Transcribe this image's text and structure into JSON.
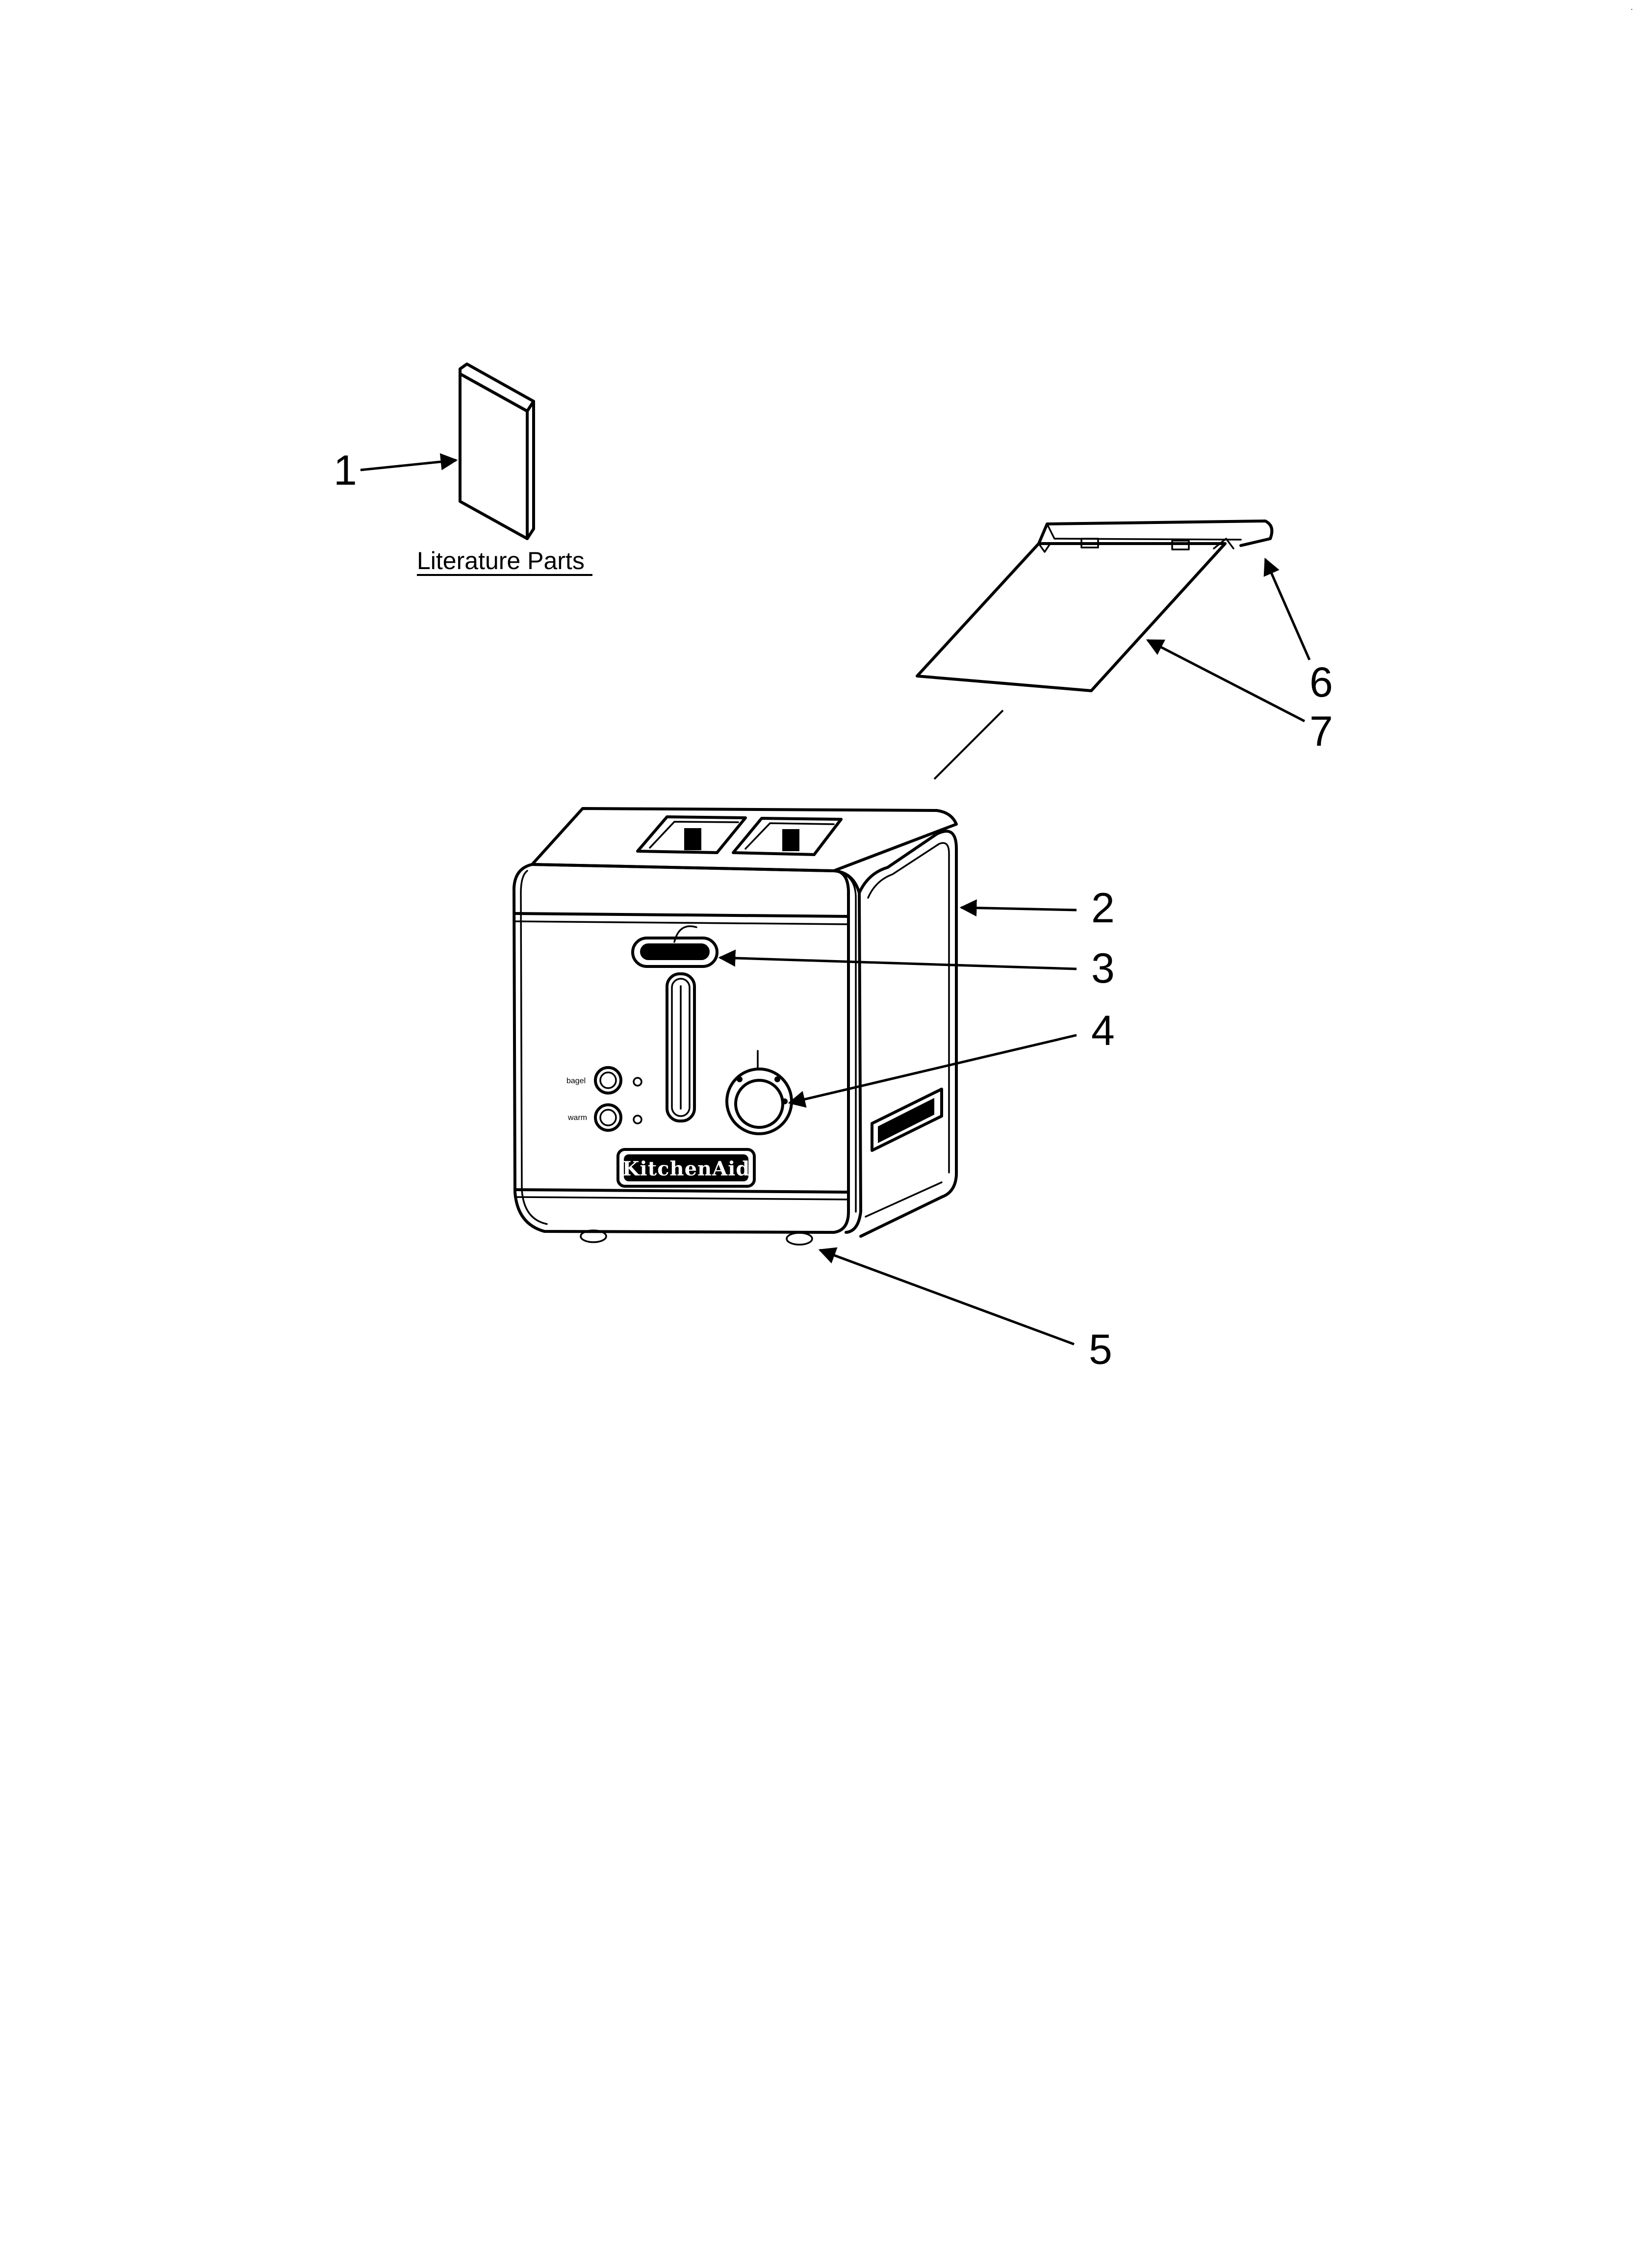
{
  "diagram": {
    "section_label": "Literature Parts",
    "callouts": [
      "1",
      "2",
      "3",
      "4",
      "5",
      "6",
      "7"
    ],
    "panel_labels": {
      "bagel": "bagel",
      "warm": "warm"
    },
    "brand": "KitchenAid"
  }
}
